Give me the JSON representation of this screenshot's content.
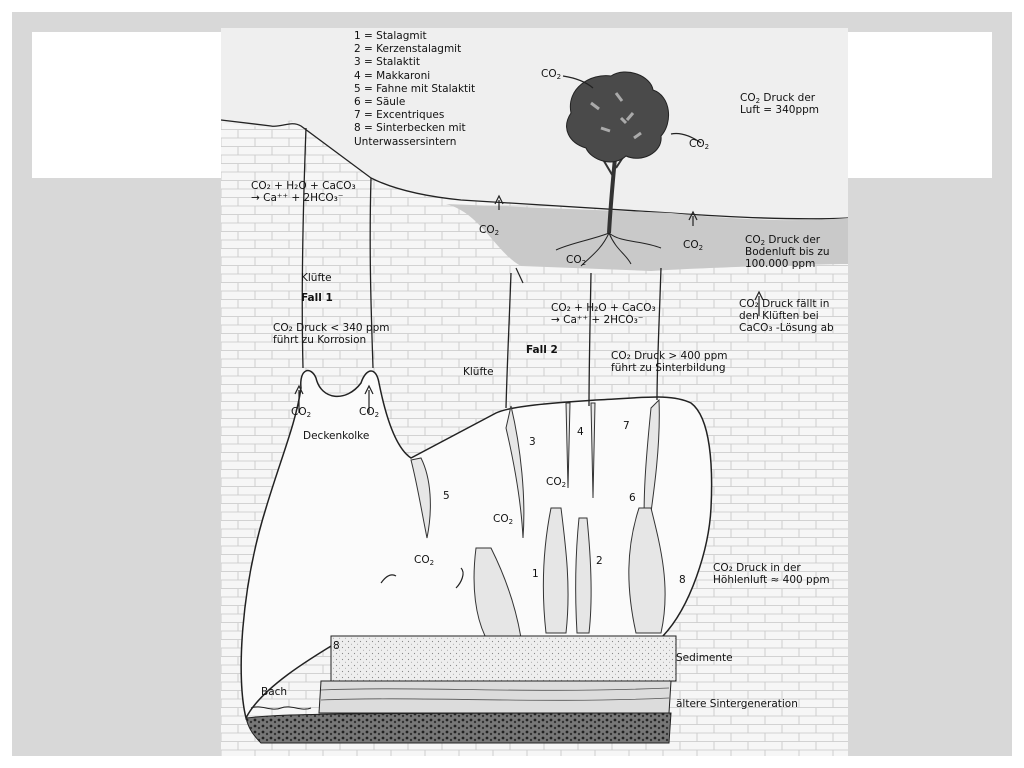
{
  "legend": [
    "1 = Stalagmit",
    "2 = Kerzenstalagmit",
    "3 = Stalaktit",
    "4 = Makkaroni",
    "5 = Fahne mit Stalaktit",
    "6 = Säule",
    "7 = Excentriques",
    "8 = Sinterbecken mit",
    "Unterwassersintern"
  ],
  "labels": {
    "co2": "CO",
    "co2_sub": "2",
    "air_pressure_1": "CO",
    "air_pressure_2": " Druck der",
    "air_pressure_3": "Luft = 340ppm",
    "soil_pressure_1": "CO",
    "soil_pressure_2": " Druck der",
    "soil_pressure_3": "Bodenluft bis zu",
    "soil_pressure_4": "100.000 ppm",
    "eq1_line1": "CO₂ + H₂O + CaCO₃",
    "eq1_line2": "→ Ca⁺⁺ + 2HCO₃⁻",
    "eq2_line1": "CO₂ + H₂O + CaCO₃",
    "eq2_line2": "→ Ca⁺⁺ + 2HCO₃⁻",
    "kluefte_left": "Klüfte",
    "fall1": "Fall 1",
    "fall1_desc1": "CO₂ Druck < 340 ppm",
    "fall1_desc2": "führt zu Korrosion",
    "fall2": "Fall 2",
    "kluefte_right": "Klüfte",
    "fall2_desc1": "CO₂ Druck > 400 ppm",
    "fall2_desc2": "führt zu Sinterbildung",
    "drop_desc1": "CO₂ Druck fällt in",
    "drop_desc2": "den Klüften bei",
    "drop_desc3": "CaCO₃ -Lösung ab",
    "deckenkolke": "Deckenkolke",
    "cave_air1": "CO₂ Druck in der",
    "cave_air2": "Höhlenluft ≈ 400 ppm",
    "sedimente": "Sedimente",
    "aeltere": "ältere Sintergeneration",
    "bach": "Bach",
    "n1": "1",
    "n2": "2",
    "n3": "3",
    "n4": "4",
    "n5": "5",
    "n6": "6",
    "n7": "7",
    "n8a": "8",
    "n8b": "8"
  },
  "colors": {
    "slide_bg": "#d8d8d8",
    "figure_bg": "#f4f4f4",
    "soil": "#c9c9c9",
    "tree": "#4a4a4a",
    "line": "#222222"
  }
}
